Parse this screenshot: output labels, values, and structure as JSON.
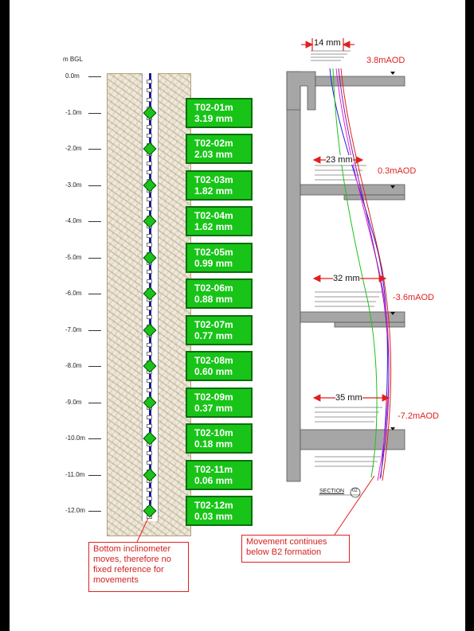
{
  "axis": {
    "title": "m BGL",
    "depths": [
      "0.0m",
      "-1.0m",
      "-2.0m",
      "-3.0m",
      "-4.0m",
      "-5.0m",
      "-6.0m",
      "-7.0m",
      "-8.0m",
      "-9.0m",
      "-10.0m",
      "-11.0m",
      "-12.0m"
    ]
  },
  "sensors": [
    {
      "id": "T02-01m",
      "value": "3.19 mm"
    },
    {
      "id": "T02-02m",
      "value": "2.03 mm"
    },
    {
      "id": "T02-03m",
      "value": "1.82 mm"
    },
    {
      "id": "T02-04m",
      "value": "1.62 mm"
    },
    {
      "id": "T02-05m",
      "value": "0.99 mm"
    },
    {
      "id": "T02-06m",
      "value": "0.88 mm"
    },
    {
      "id": "T02-07m",
      "value": "0.77 mm"
    },
    {
      "id": "T02-08m",
      "value": "0.60 mm"
    },
    {
      "id": "T02-09m",
      "value": "0.37 mm"
    },
    {
      "id": "T02-10m",
      "value": "0.18 mm"
    },
    {
      "id": "T02-11m",
      "value": "0.06 mm"
    },
    {
      "id": "T02-12m",
      "value": "0.03 mm"
    }
  ],
  "section": {
    "levels": [
      {
        "movement": "14 mm",
        "level": "3.8mAOD"
      },
      {
        "movement": "23 mm",
        "level": "0.3mAOD"
      },
      {
        "movement": "32 mm",
        "level": "-3.6mAOD"
      },
      {
        "movement": "35 mm",
        "level": "-7.2mAOD"
      }
    ],
    "section_label": "SECTION",
    "section_number": "02"
  },
  "notes": {
    "left": "Bottom inclinometer moves, therefore no fixed reference for movements",
    "right": "Movement continues below B2 formation"
  },
  "colors": {
    "sensor_box": "#18c418",
    "sensor_border": "#0b6e0b",
    "casing_line": "#1a1a9a",
    "annotation_red": "#e02020",
    "wall_grey": "#a6a6a6",
    "profile_colors": [
      "#2020e0",
      "#20c020",
      "#e020e0",
      "#e02020",
      "#8020a0"
    ]
  }
}
